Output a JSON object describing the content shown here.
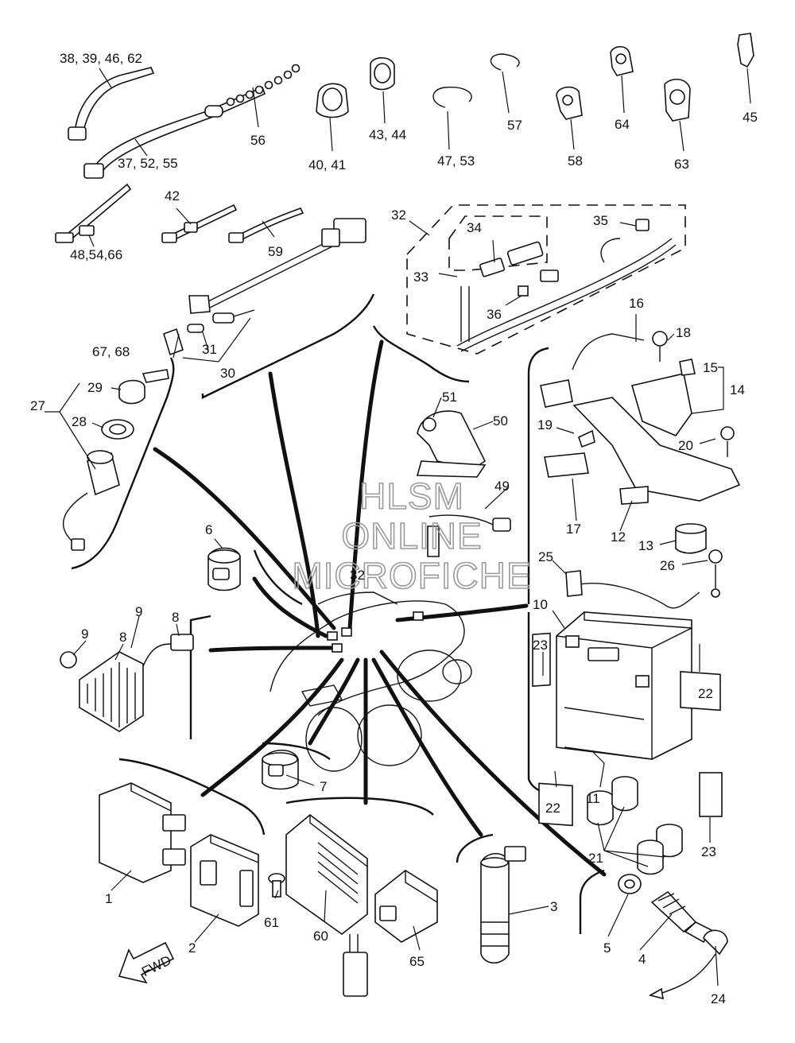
{
  "labels": {
    "l38_39_46_62": "38, 39, 46, 62",
    "l56": "56",
    "l37_52_55": "37, 52, 55",
    "l40_41": "40, 41",
    "l43_44": "43, 44",
    "l47_53": "47, 53",
    "l57": "57",
    "l58": "58",
    "l64": "64",
    "l63": "63",
    "l45": "45",
    "l42": "42",
    "l48_54_66": "48,54,66",
    "l59": "59",
    "l32_top": "32",
    "l34": "34",
    "l33": "33",
    "l35": "35",
    "l36": "36",
    "l16": "16",
    "l18": "18",
    "l15": "15",
    "l14": "14",
    "l31": "31",
    "l30": "30",
    "l67_68": "67, 68",
    "l29": "29",
    "l27": "27",
    "l28": "28",
    "l51": "51",
    "l50": "50",
    "l19": "19",
    "l20": "20",
    "l49": "49",
    "l17": "17",
    "l12": "12",
    "l13": "13",
    "l6": "6",
    "l25": "25",
    "l26": "26",
    "l32_mid": "32",
    "l9_a": "9",
    "l8_a": "8",
    "l9_b": "9",
    "l8_b": "8",
    "l10": "10",
    "l23_a": "23",
    "l22_a": "22",
    "l22_b": "22",
    "l11": "11",
    "l7": "7",
    "l21": "21",
    "l23_b": "23",
    "l1": "1",
    "l61": "61",
    "l60": "60",
    "l2": "2",
    "l65": "65",
    "l3": "3",
    "l5": "5",
    "l4": "4",
    "l24": "24",
    "fwd": "FWD"
  },
  "watermark": {
    "line1": "HLSM",
    "line2": "ONLINE",
    "line3": "MICROFICHE"
  }
}
